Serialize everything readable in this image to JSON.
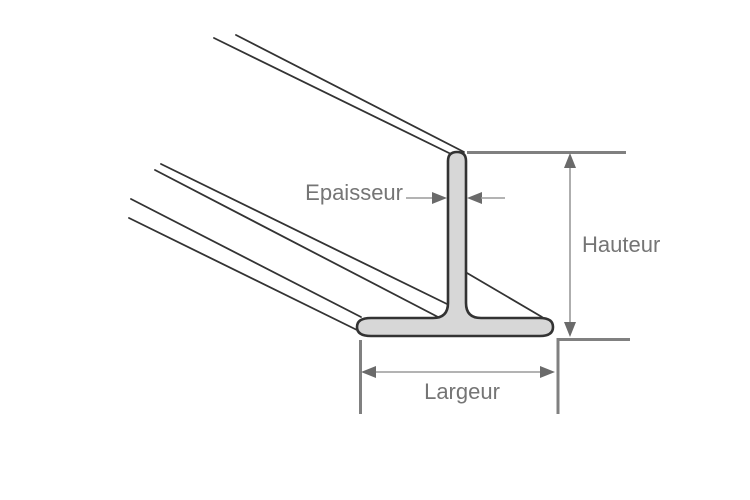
{
  "diagram": {
    "type": "t-profile-dimension-drawing",
    "labels": {
      "thickness": "Epaisseur",
      "height": "Hauteur",
      "width": "Largeur"
    },
    "colors": {
      "background": "#ffffff",
      "profile_fill": "#d7d7d7",
      "profile_outline": "#333333",
      "edge_line": "#333333",
      "dim_line": "#9a9a9a",
      "dim_ext_line": "#808080",
      "arrow": "#6a6a6a",
      "label_text": "#757575"
    }
  }
}
